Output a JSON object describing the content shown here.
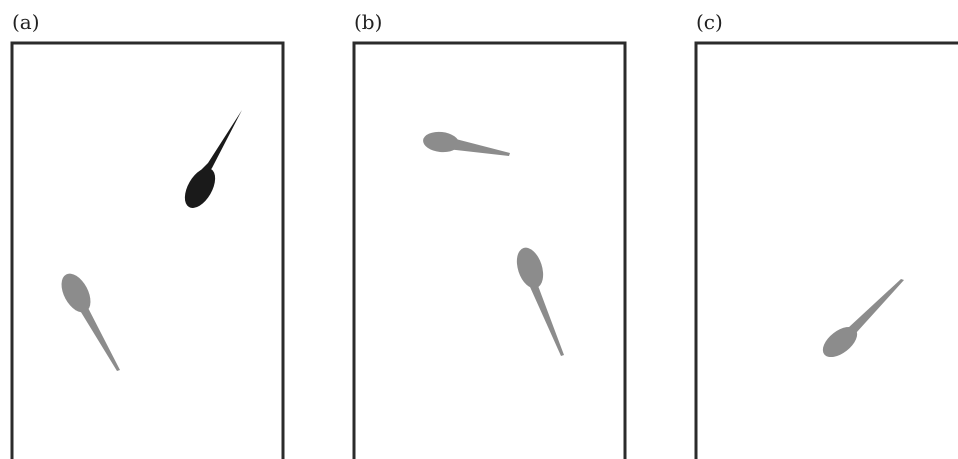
{
  "panels": [
    {
      "label": "(a)",
      "tadpoles": [
        {
          "color": "#1a1a1a",
          "shade": "dark"
        },
        {
          "color": "#8c8c8c",
          "shade": "gray"
        }
      ]
    },
    {
      "label": "(b)",
      "tadpoles": [
        {
          "color": "#8c8c8c",
          "shade": "gray"
        },
        {
          "color": "#8c8c8c",
          "shade": "gray"
        }
      ]
    },
    {
      "label": "(c)",
      "tadpoles": [
        {
          "color": "#8c8c8c",
          "shade": "gray"
        }
      ]
    }
  ],
  "colors": {
    "frame": "#2b2b2b",
    "background": "#ffffff"
  }
}
